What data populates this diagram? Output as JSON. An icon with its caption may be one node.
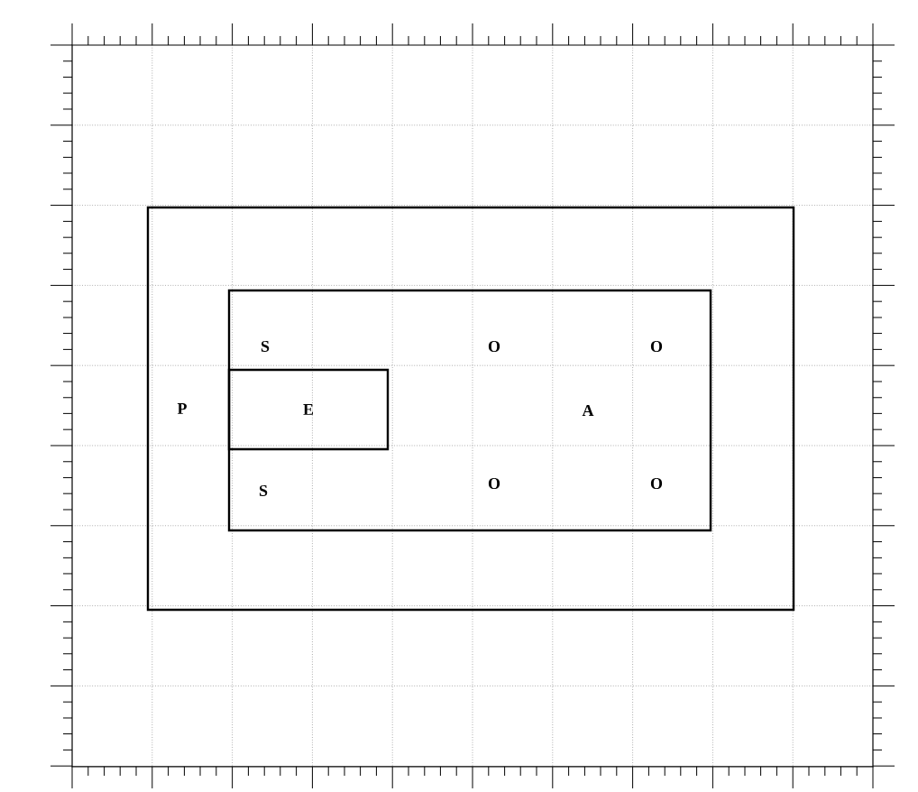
{
  "diagram": {
    "nodes": [
      {
        "text": [
          "P"
        ]
      },
      {
        "text": [
          "A"
        ],
        "in": 0
      },
      {
        "text": [
          "E"
        ],
        "in": 1
      }
    ],
    "labels": [
      "S",
      "O",
      "O",
      "S",
      "O",
      "O"
    ]
  }
}
